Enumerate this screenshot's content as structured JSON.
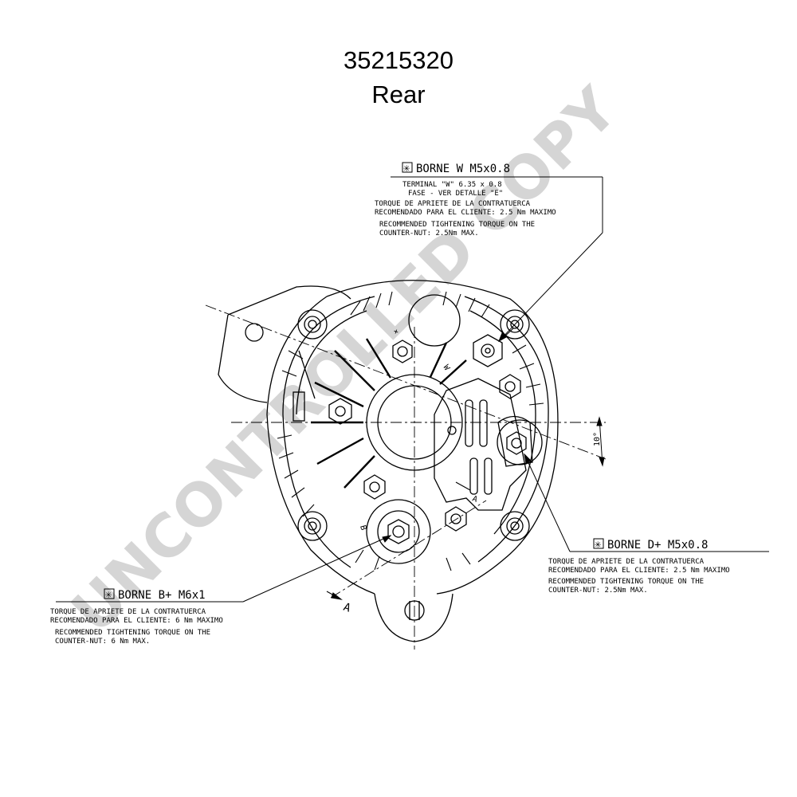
{
  "header": {
    "part_number": "35215320",
    "view": "Rear"
  },
  "watermark": "UNCONTROLLED COPY",
  "callouts": {
    "w_terminal": {
      "symbol": "✳",
      "heading": "BORNE W M5x0.8",
      "lines": [
        "TERMINAL \"W\" 6.35 x 0.8",
        "FASE - VER DETALLE \"E\"",
        "TORQUE DE APRIETE DE LA CONTRATUERCA",
        "RECOMENDADO PARA EL CLIENTE: 2.5 Nm MAXIMO",
        "RECOMMENDED TIGHTENING TORQUE ON THE",
        "COUNTER-NUT: 2.5Nm MAX."
      ]
    },
    "d_plus_terminal": {
      "symbol": "✳",
      "heading": "BORNE D+ M5x0.8",
      "lines": [
        "TORQUE DE APRIETE DE LA CONTRATUERCA",
        "RECOMENDADO PARA EL CLIENTE: 2.5 Nm MAXIMO",
        "RECOMMENDED TIGHTENING TORQUE ON THE",
        "COUNTER-NUT: 2.5Nm MAX."
      ]
    },
    "b_plus_terminal": {
      "symbol": "✳",
      "heading": "BORNE B+ M6x1",
      "lines": [
        "TORQUE DE APRIETE DE LA CONTRATUERCA",
        "RECOMENDADO PARA EL CLIENTE: 6 Nm MAXIMO",
        "RECOMMENDED TIGHTENING TORQUE ON THE",
        "COUNTER-NUT: 6 Nm MAX."
      ]
    }
  },
  "labels": {
    "angle": "10°",
    "section_a": "A",
    "plus_mark": "+",
    "w_mark": "W",
    "b_mark": "B"
  }
}
